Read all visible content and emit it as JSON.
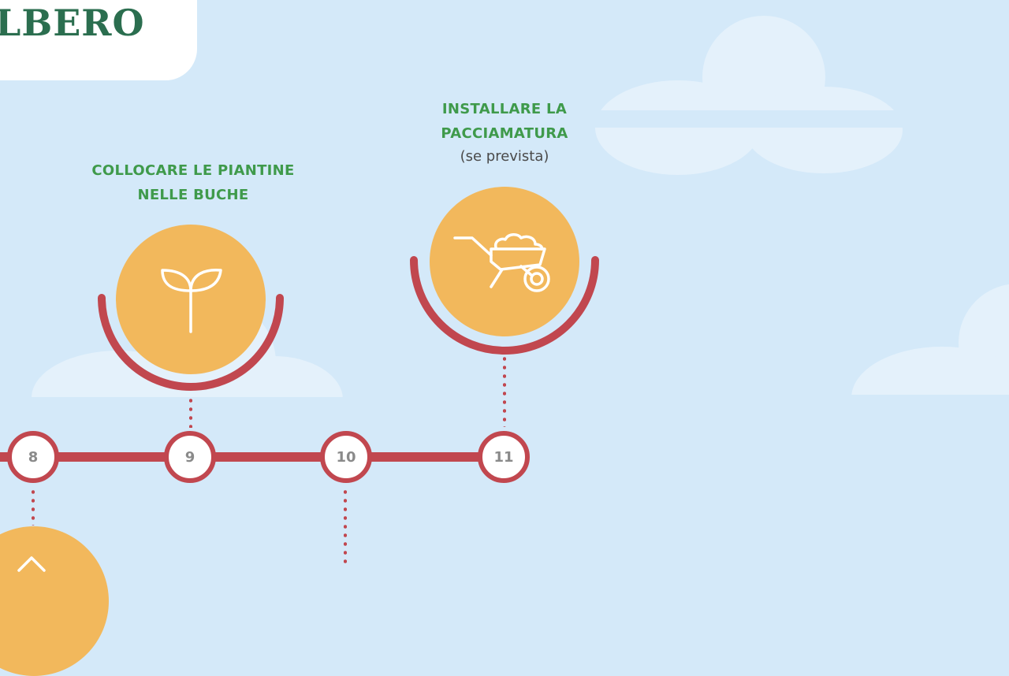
{
  "header": {
    "title": "LBERO"
  },
  "steps": [
    {
      "number": "8"
    },
    {
      "number": "9",
      "label_line1": "COLLOCARE LE PIANTINE",
      "label_line2": "NELLE BUCHE",
      "icon": "sprout-icon"
    },
    {
      "number": "10"
    },
    {
      "number": "11",
      "label_line1": "INSTALLARE LA",
      "label_line2": "PACCIAMATURA",
      "note": "(se prevista)",
      "icon": "wheelbarrow-icon"
    }
  ],
  "colors": {
    "sky": "#d4e9f9",
    "cloud": "#e4f1fb",
    "timeline": "#c1474f",
    "disc": "#f2b85c",
    "label_green": "#3f9a4b",
    "title_green": "#2b6e4f"
  }
}
